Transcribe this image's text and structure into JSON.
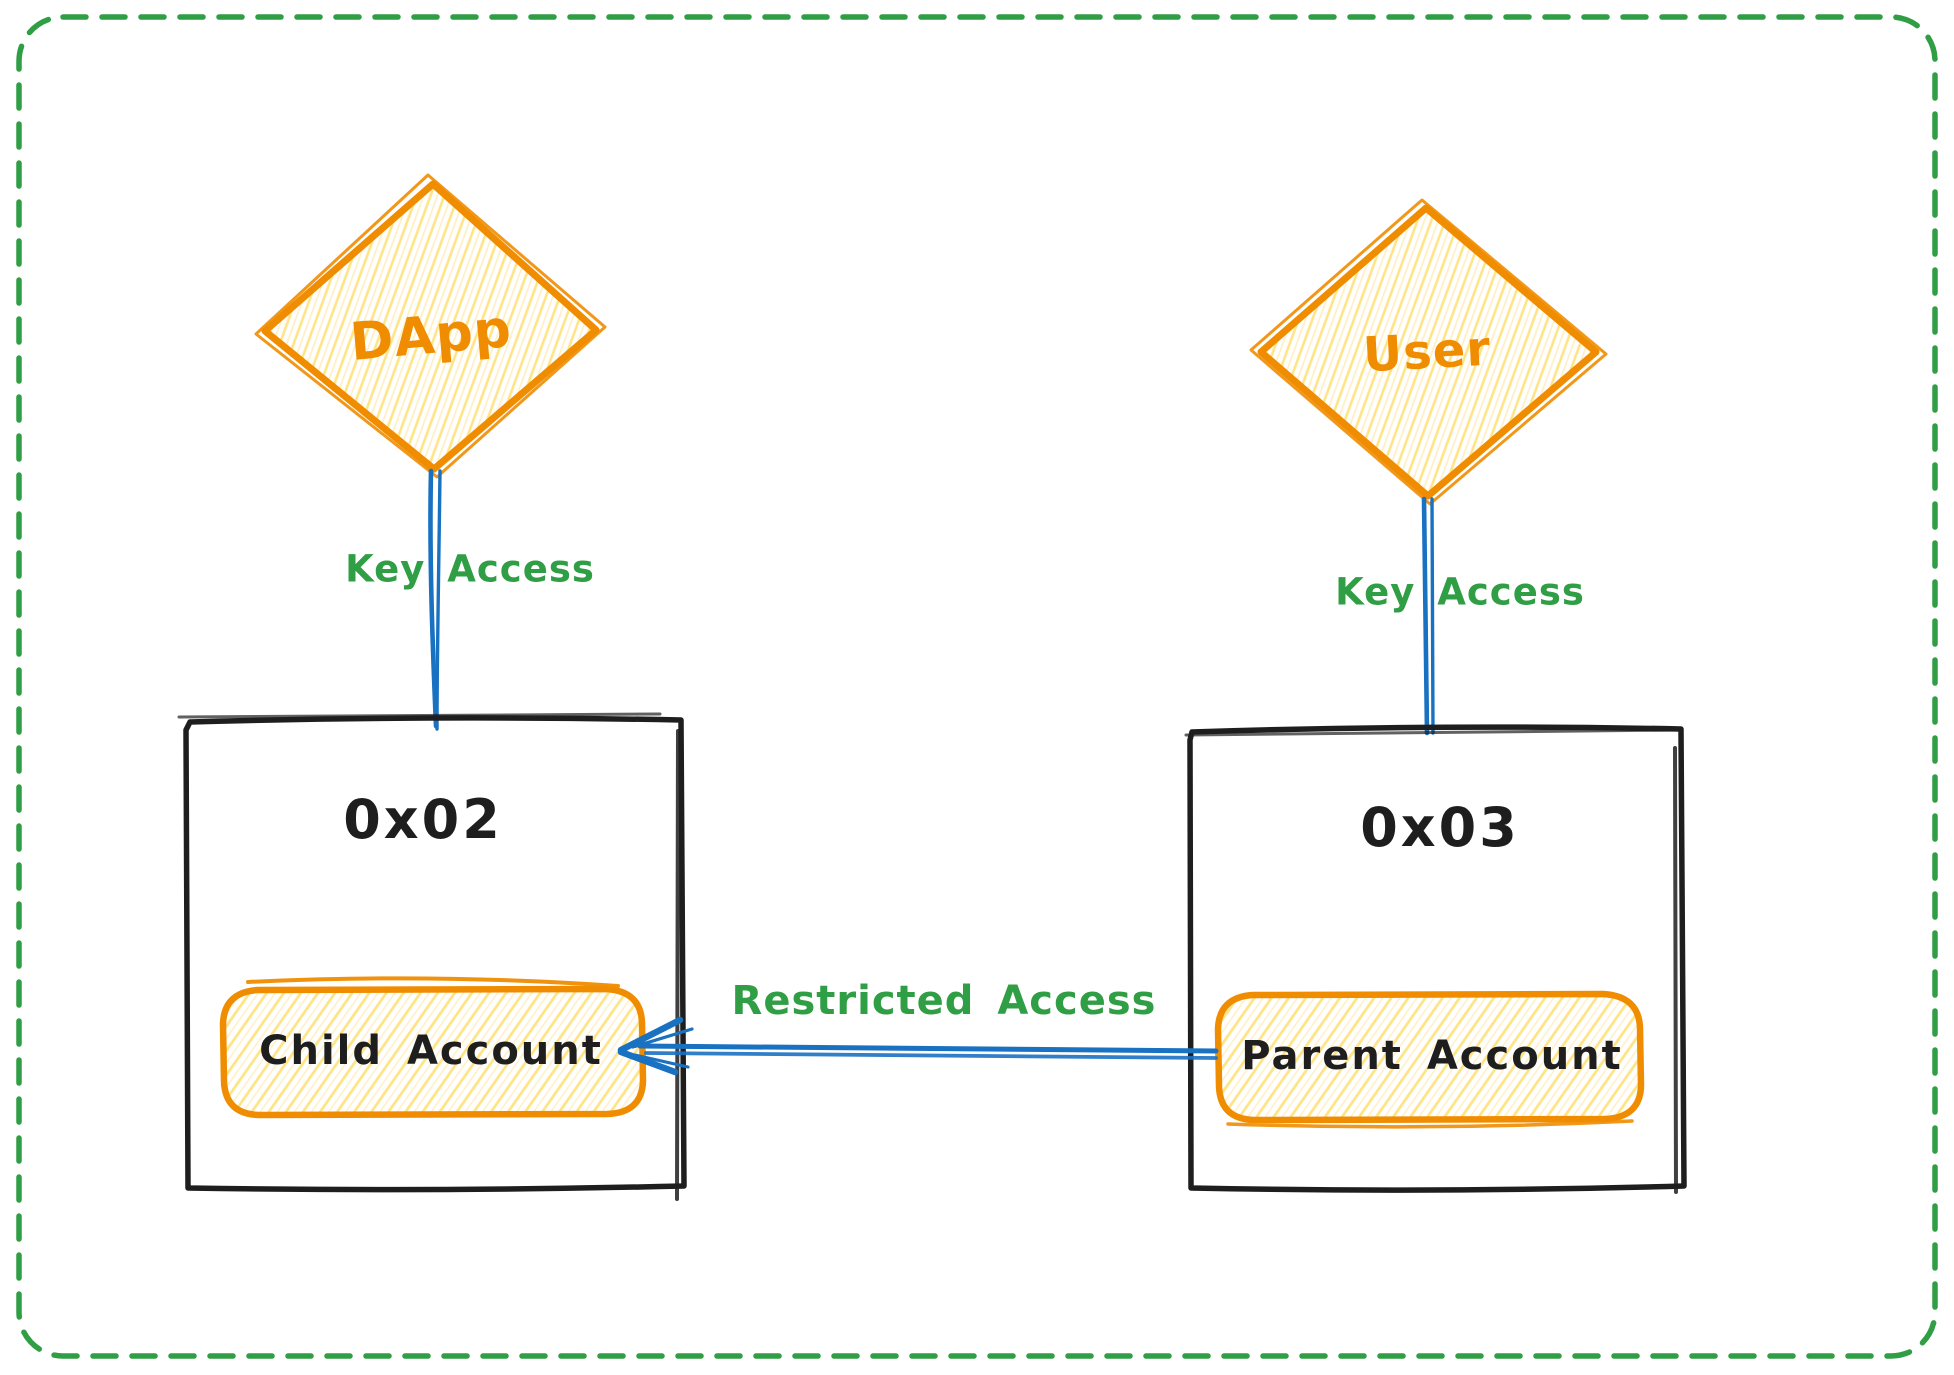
{
  "diagram": {
    "type": "excalidraw-sketch",
    "background": "#ffffff",
    "border": {
      "style": "dashed",
      "color": "#2f9e44"
    },
    "colors": {
      "accent_orange": "#f08c00",
      "hachure_fill": "#ffd43b",
      "connector_blue": "#1971c2",
      "label_green": "#2f9e44",
      "ink_black": "#1e1e1e"
    },
    "nodes": {
      "dapp": {
        "label": "DApp",
        "shape": "diamond",
        "stroke": "#f08c00"
      },
      "user": {
        "label": "User",
        "shape": "diamond",
        "stroke": "#f08c00"
      },
      "child_box": {
        "label": "0x02",
        "shape": "rectangle",
        "stroke": "#1e1e1e"
      },
      "parent_box": {
        "label": "0x03",
        "shape": "rectangle",
        "stroke": "#1e1e1e"
      },
      "child_account": {
        "label": "Child Account",
        "shape": "rounded-rect",
        "stroke": "#f08c00"
      },
      "parent_account": {
        "label": "Parent Account",
        "shape": "rounded-rect",
        "stroke": "#f08c00"
      }
    },
    "edges": {
      "dapp_to_child_box": {
        "label": "Key Access",
        "from": "dapp",
        "to": "child_box",
        "color": "#1971c2",
        "label_color": "#2f9e44",
        "arrow": false
      },
      "user_to_parent_box": {
        "label": "Key Access",
        "from": "user",
        "to": "parent_box",
        "color": "#1971c2",
        "label_color": "#2f9e44",
        "arrow": false
      },
      "parent_to_child": {
        "label": "Restricted Access",
        "from": "parent_account",
        "to": "child_account",
        "color": "#1971c2",
        "label_color": "#2f9e44",
        "arrow": true
      }
    }
  }
}
